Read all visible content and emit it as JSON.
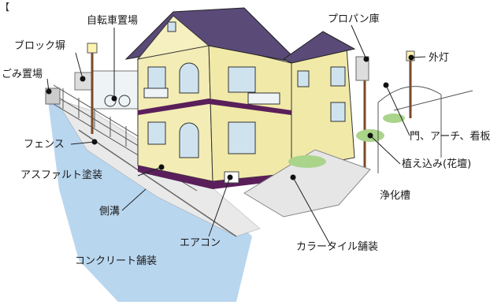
{
  "top_fragment": "【",
  "labels": {
    "jitensha_okiba": "自転車置場",
    "block_hei": "ブロック塀",
    "gomi_okiba": "ごみ置場",
    "fence": "フェンス",
    "asphalt": "アスファルト塗装",
    "sokko": "側溝",
    "concrete": "コンクリート舗装",
    "aircon": "エアコン",
    "color_tile": "カラータイル舗装",
    "propane": "プロパン庫",
    "gaito": "外灯",
    "mon": "門、アーチ、看板",
    "uekomi": "植え込み(花壇)",
    "jokaso": "浄化槽"
  },
  "colors": {
    "roof": "#5a4a78",
    "wall": "#f3ecb4",
    "trim": "#5a1f5a",
    "window": "#cfe3ef",
    "sidewalk": "#b9d6ef",
    "road": "#e7e7e7",
    "leader": "#222222",
    "dot": "#111111"
  }
}
